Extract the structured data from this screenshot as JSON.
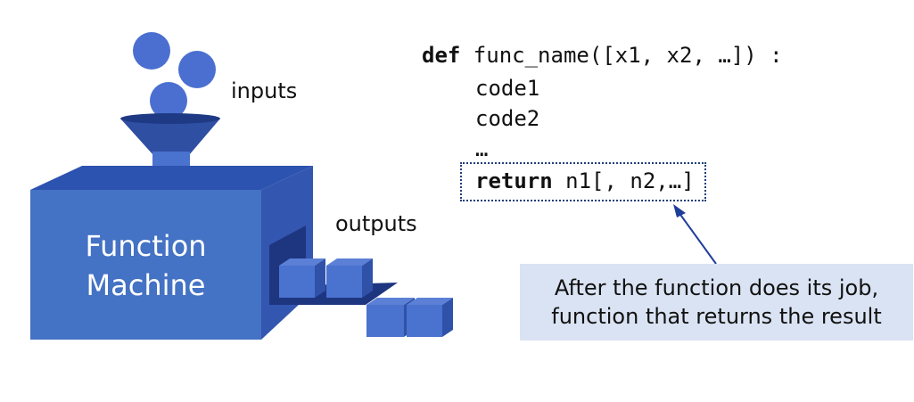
{
  "machine": {
    "title_line1": "Function",
    "title_line2": "Machine",
    "inputs_label": "inputs",
    "outputs_label": "outputs"
  },
  "code": {
    "def_keyword": "def",
    "signature": " func_name([x1, x2, …]) :",
    "line1": "code1",
    "line2": "code2",
    "line3": "…",
    "return_keyword": "return",
    "return_values": " n1[, n2,…]"
  },
  "callout": {
    "line1": "After the function does its job,",
    "line2": "function that returns the result"
  },
  "colors": {
    "machine_front": "#4472c4",
    "machine_top": "#2f55b5",
    "machine_side": "#3a5fb8",
    "callout_bg": "#dae3f3",
    "arrow": "#1f3e9a"
  }
}
